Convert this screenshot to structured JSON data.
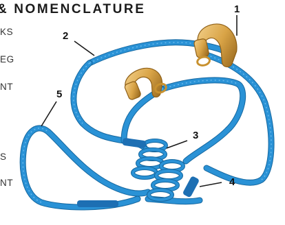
{
  "heading": {
    "title": "& NOMENCLATURE"
  },
  "legend_items": [
    {
      "text": "KS"
    },
    {
      "text": "EG"
    },
    {
      "text": "NT"
    },
    {
      "text": "S"
    },
    {
      "text": "NT"
    }
  ],
  "callouts": {
    "label_1": "1",
    "label_2": "2",
    "label_3": "3",
    "label_4": "4",
    "label_5": "5"
  },
  "colors": {
    "rope": "#2a92d6",
    "rope_dark": "#15679f",
    "rope_highlight": "#7cc6f2",
    "hardware": "#d9a447",
    "hardware_dark": "#9b6a1e",
    "sleeve": "#1d6fb3"
  }
}
